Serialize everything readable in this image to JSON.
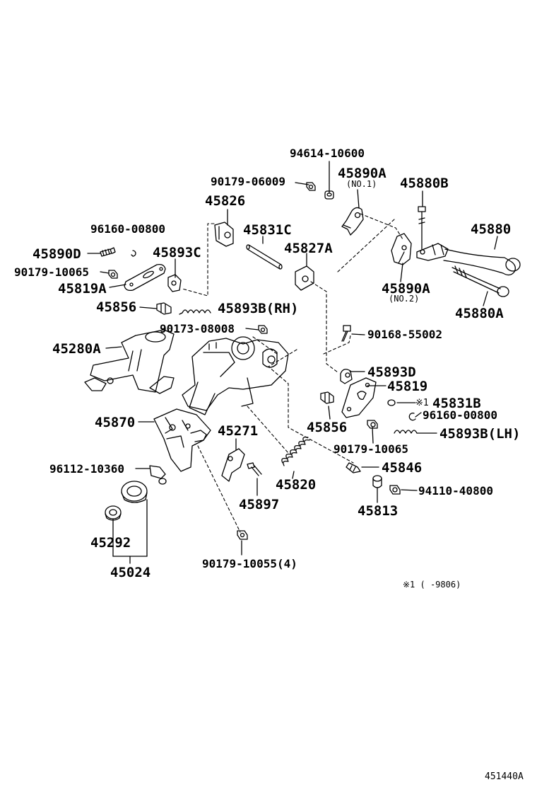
{
  "diagram": {
    "labels": {
      "p94614": "94614-10600",
      "p45890a1": "45890A",
      "p45890a1_sub": "(NO.1)",
      "p90179_06009": "90179-06009",
      "p45880b": "45880B",
      "p45826": "45826",
      "p96160_top": "96160-00800",
      "p45831c": "45831C",
      "p45880": "45880",
      "p45890d": "45890D",
      "p45893c": "45893C",
      "p45827a": "45827A",
      "p90179_10065_l": "90179-10065",
      "p45819a": "45819A",
      "p45890a2": "45890A",
      "p45890a2_sub": "(NO.2)",
      "p45856_l": "45856",
      "p45893b_rh": "45893B(RH)",
      "p45880a": "45880A",
      "p90173": "90173-08008",
      "p90168": "90168-55002",
      "p45280a": "45280A",
      "p45893d": "45893D",
      "p45819": "45819",
      "p45870": "45870",
      "p45831b_mark": "※1",
      "p45831b": "45831B",
      "p96160_r": "96160-00800",
      "p45856_r": "45856",
      "p45271": "45271",
      "p45893b_lh": "45893B(LH)",
      "p90179_10065_r": "90179-10065",
      "p96112": "96112-10360",
      "p45846": "45846",
      "p45820": "45820",
      "p94110": "94110-40800",
      "p45897": "45897",
      "p45813": "45813",
      "p45292": "45292",
      "p45024": "45024",
      "p90179_10055": "90179-10055(4)",
      "note": "※1 (   -9806)",
      "figure_code": "451440A"
    }
  }
}
